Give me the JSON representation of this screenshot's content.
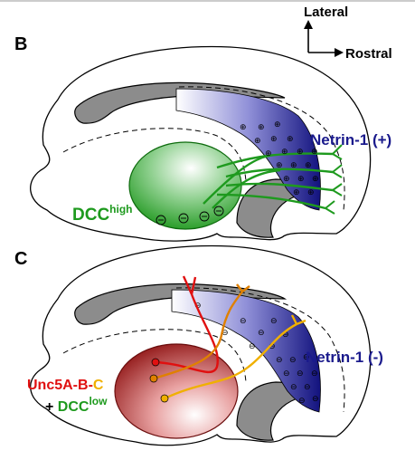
{
  "axes": {
    "vertical": "Lateral",
    "horizontal": "Rostral"
  },
  "panel_b": {
    "letter": "B",
    "netrin_label": "Netrin-1 (+)",
    "dcc_main": "DCC",
    "dcc_sup": "high",
    "charge_symbol": "⊕"
  },
  "panel_c": {
    "letter": "C",
    "netrin_label": "Netrin-1 (-)",
    "unc_main": "Unc5A-B-",
    "unc_c": "C",
    "dcc_plus": "+ ",
    "dcc_main": "DCC",
    "dcc_sup": "low",
    "charge_symbol": "⊖"
  },
  "colors": {
    "netrin_blue": "#1a1a8c",
    "dcc_green": "#1e9a1e",
    "unc_red": "#e01010",
    "unc_orange": "#e08000",
    "unc_yellow": "#f0b000",
    "structure_gray": "#8c8c8c"
  }
}
